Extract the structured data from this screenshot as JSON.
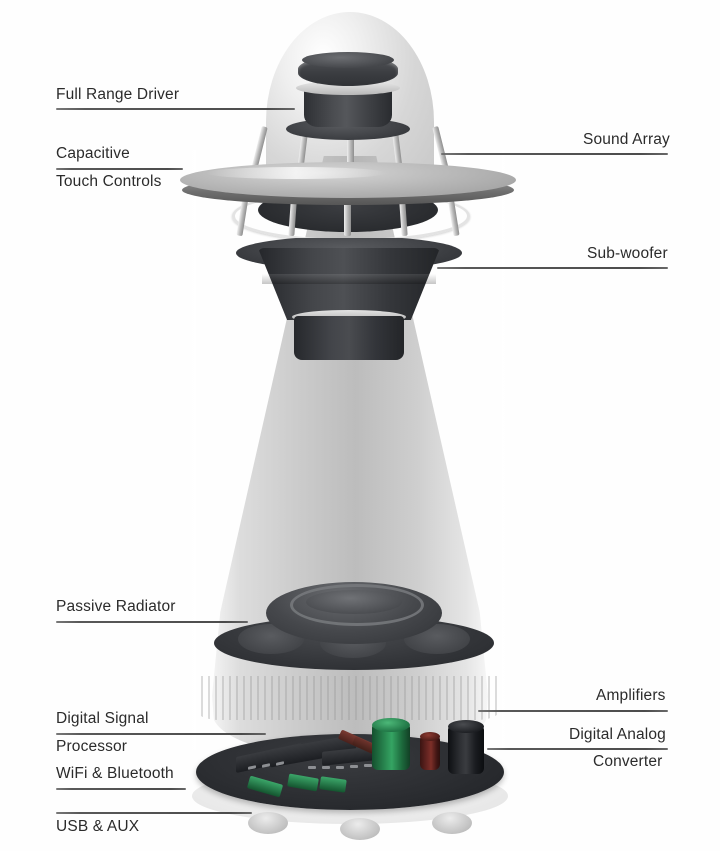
{
  "diagram": {
    "title": "Wireless speaker exploded component diagram",
    "subject": "360-degree wireless speaker cutaway",
    "line_color": "#3d3d3d",
    "text_color": "#2b2b2b",
    "background_color": "#ffffff"
  },
  "callouts": {
    "full_range_driver": {
      "line1": "Full Range Driver",
      "line2": ""
    },
    "capacitive_touch_controls": {
      "line1": "Capacitive",
      "line2": "Touch Controls"
    },
    "sound_array": {
      "line1": "Sound Array",
      "line2": ""
    },
    "sub_woofer": {
      "line1": "Sub-woofer",
      "line2": ""
    },
    "passive_radiator": {
      "line1": "Passive Radiator",
      "line2": ""
    },
    "digital_signal_processor": {
      "line1": "Digital Signal",
      "line2": "Processor"
    },
    "wifi_bluetooth": {
      "line1": "WiFi & Bluetooth",
      "line2": ""
    },
    "usb_aux": {
      "line1": "USB & AUX",
      "line2": ""
    },
    "amplifiers": {
      "line1": "Amplifiers",
      "line2": ""
    },
    "digital_analog_converter": {
      "line1": "Digital Analog",
      "line2": "Converter"
    }
  },
  "components": {
    "housing_color": "#c8c8c8",
    "driver_color": "#3c3e42",
    "strut_color": "#d8d8d8",
    "pcb_color": "#2a2c30",
    "capacitor_green": "#1f6f42",
    "capacitor_maroon": "#5e2428",
    "capacitor_black": "#1a1c20"
  }
}
